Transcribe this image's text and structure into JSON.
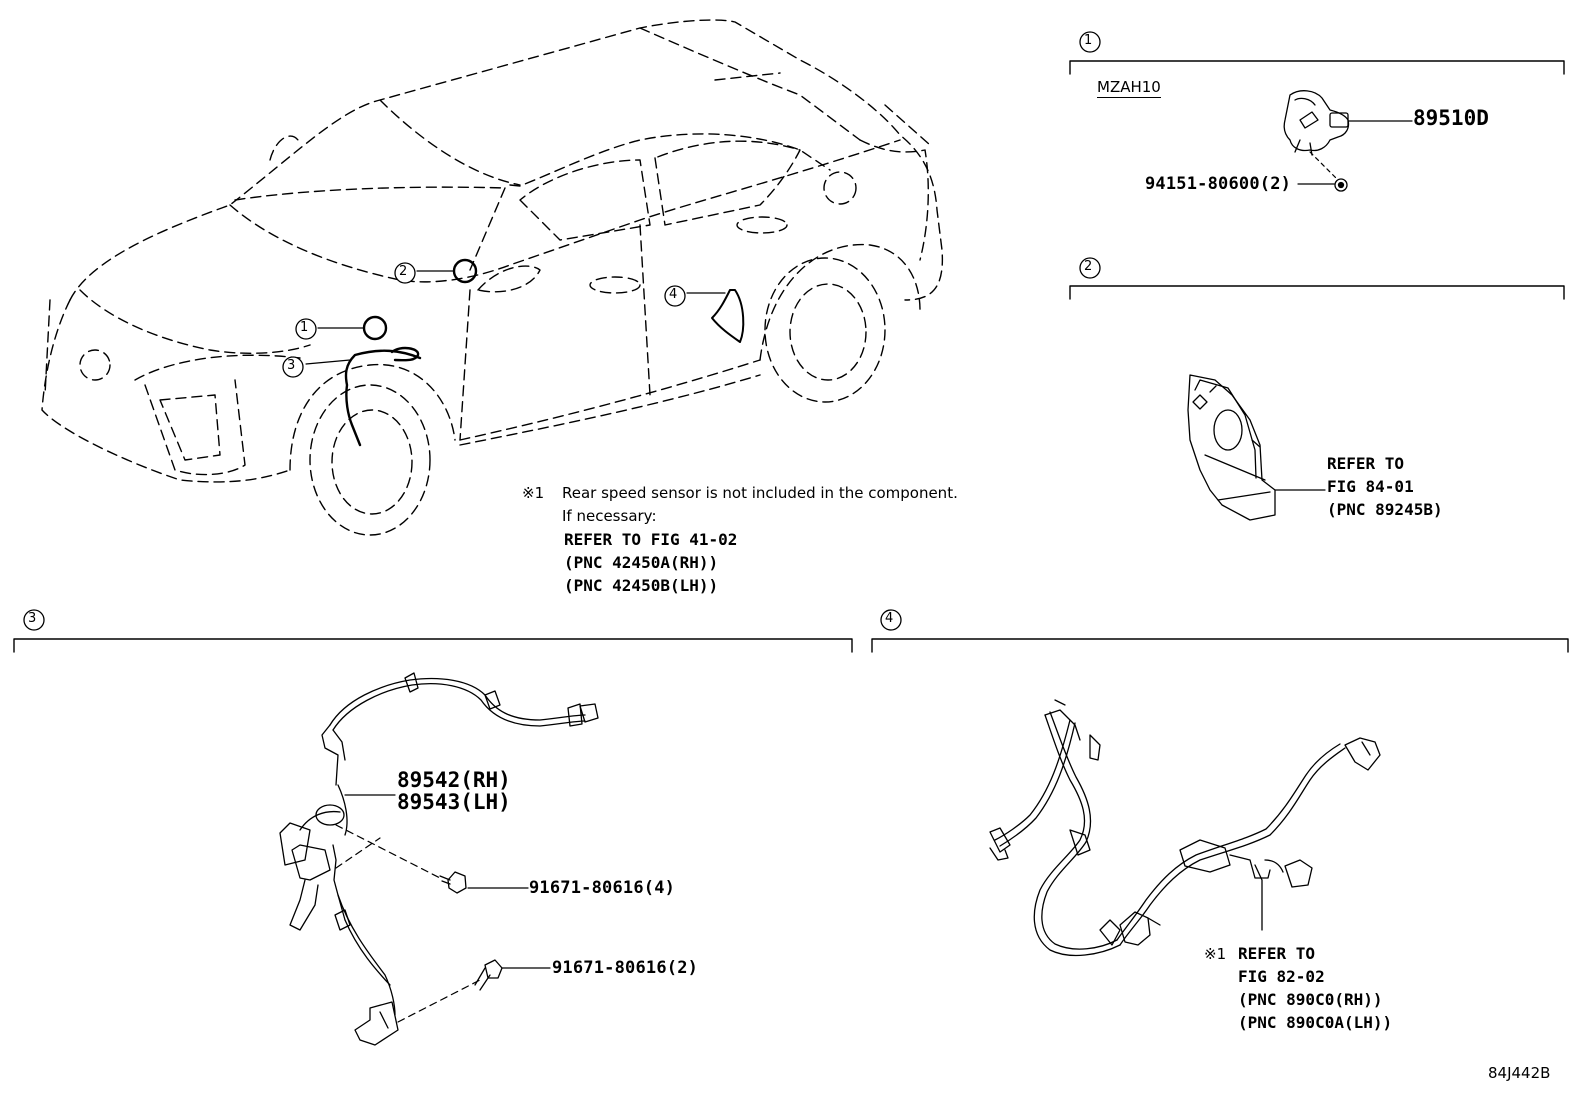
{
  "callouts": [
    "1",
    "2",
    "3",
    "4"
  ],
  "panel1": {
    "model": "MZAH10",
    "part_main": "89510D",
    "part_clip": "94151-80600(2)"
  },
  "panel2": {
    "ref_lines": [
      "REFER TO",
      "FIG 84-01",
      "(PNC 89245B)"
    ]
  },
  "rear_note": {
    "mark": "※1",
    "line1": "Rear speed sensor is not included in the component.",
    "line2": "If necessary:",
    "ref_lines": [
      "REFER TO FIG 41-02",
      "(PNC 42450A(RH))",
      "(PNC 42450B(LH))"
    ]
  },
  "panel3": {
    "part_rh": "89542(RH)",
    "part_lh": "89543(LH)",
    "bolt_a": "91671-80616(4)",
    "bolt_b": "91671-80616(2)"
  },
  "panel4": {
    "mark": "※1",
    "ref_lines": [
      "REFER TO",
      "FIG 82-02",
      "(PNC 890C0(RH))",
      "(PNC 890C0A(LH))"
    ]
  },
  "figure_id": "84J442B"
}
